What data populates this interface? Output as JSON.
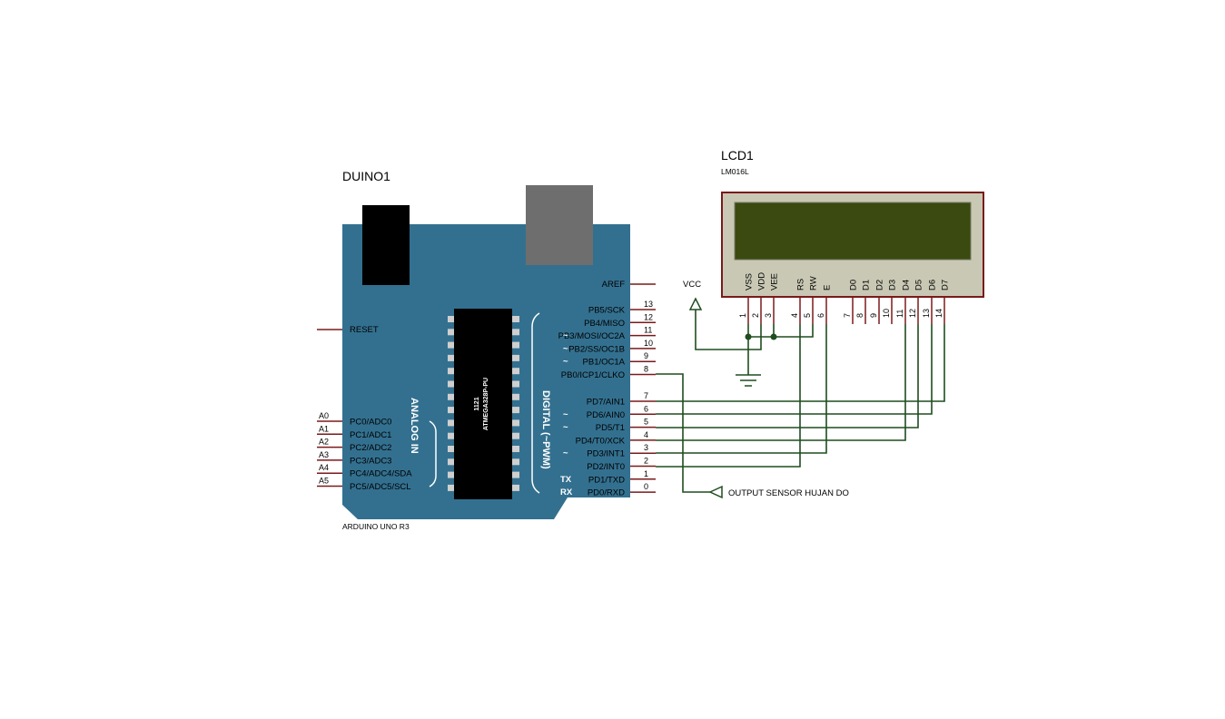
{
  "arduino": {
    "ref": "DUINO1",
    "model": "ARDUINO UNO R3",
    "chip_line1": "1121",
    "chip_line2": "ATMEGA328P-PU",
    "analog_header": "ANALOG IN",
    "digital_header": "DIGITAL (~PWM)",
    "aref": "AREF",
    "reset": "RESET",
    "tx": "TX",
    "rx": "RX",
    "pwm_mark": "~",
    "colors": {
      "board": "#33708f",
      "chip": "#000000",
      "usb": "#6e6e6e",
      "jack": "#000000",
      "pin": "#7a1a1a"
    },
    "analog_pins": [
      {
        "outer": "A0",
        "label": "PC0/ADC0"
      },
      {
        "outer": "A1",
        "label": "PC1/ADC1"
      },
      {
        "outer": "A2",
        "label": "PC2/ADC2"
      },
      {
        "outer": "A3",
        "label": "PC3/ADC3"
      },
      {
        "outer": "A4",
        "label": "PC4/ADC4/SDA"
      },
      {
        "outer": "A5",
        "label": "PC5/ADC5/SCL"
      }
    ],
    "digital_pins_upper": [
      {
        "num": "13",
        "label": "PB5/SCK",
        "pwm": false
      },
      {
        "num": "12",
        "label": "PB4/MISO",
        "pwm": false
      },
      {
        "num": "11",
        "label": "PB3/MOSI/OC2A",
        "pwm": true
      },
      {
        "num": "10",
        "label": "PB2/SS/OC1B",
        "pwm": true
      },
      {
        "num": "9",
        "label": "PB1/OC1A",
        "pwm": true
      },
      {
        "num": "8",
        "label": "PB0/ICP1/CLKO",
        "pwm": false
      }
    ],
    "digital_pins_lower": [
      {
        "num": "7",
        "label": "PD7/AIN1",
        "pwm": false
      },
      {
        "num": "6",
        "label": "PD6/AIN0",
        "pwm": true
      },
      {
        "num": "5",
        "label": "PD5/T1",
        "pwm": true
      },
      {
        "num": "4",
        "label": "PD4/T0/XCK",
        "pwm": false
      },
      {
        "num": "3",
        "label": "PD3/INT1",
        "pwm": true
      },
      {
        "num": "2",
        "label": "PD2/INT0",
        "pwm": false
      },
      {
        "num": "1",
        "label": "PD1/TXD",
        "pwm": false
      },
      {
        "num": "0",
        "label": "PD0/RXD",
        "pwm": false
      }
    ]
  },
  "lcd": {
    "ref": "LCD1",
    "model": "LM016L",
    "colors": {
      "frame": "#7a1a1a",
      "body": "#c8c8b4",
      "screen": "#3a4a10"
    },
    "pins": [
      {
        "name": "VSS",
        "num": "1"
      },
      {
        "name": "VDD",
        "num": "2"
      },
      {
        "name": "VEE",
        "num": "3"
      },
      {
        "name": "RS",
        "num": "4"
      },
      {
        "name": "RW",
        "num": "5"
      },
      {
        "name": "E",
        "num": "6"
      },
      {
        "name": "D0",
        "num": "7"
      },
      {
        "name": "D1",
        "num": "8"
      },
      {
        "name": "D2",
        "num": "9"
      },
      {
        "name": "D3",
        "num": "10"
      },
      {
        "name": "D4",
        "num": "11"
      },
      {
        "name": "D5",
        "num": "12"
      },
      {
        "name": "D6",
        "num": "13"
      },
      {
        "name": "D7",
        "num": "14"
      }
    ]
  },
  "power": {
    "vcc_label": "VCC"
  },
  "output_label": "OUTPUT SENSOR HUJAN DO",
  "wire_color": "#1f4d1f"
}
